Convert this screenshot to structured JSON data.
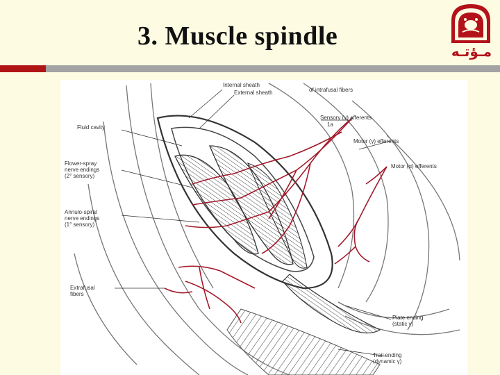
{
  "slide": {
    "title": "3. Muscle spindle",
    "logo_text": "مـؤتـه",
    "colors": {
      "background": "#fdfce3",
      "rule_gray": "#a3a3a3",
      "rule_red": "#b01515",
      "nerve": "#a31a2a"
    }
  },
  "figure": {
    "labels": {
      "internal_sheath": "Internal sheath",
      "external_sheath": "External sheath",
      "intrafusal": "of intrafusal fibers",
      "fluid_cavity": "Fluid cavity",
      "sensory_gamma": "Sensory (γ) afferents",
      "sensory_gamma_sub": "1a",
      "motor_gamma": "Motor (γ) efferents",
      "motor_alpha": "Motor (α) efferents",
      "flower_spray": "Flower-spray\nnerve endings\n(2° sensory)",
      "annulo_spiral": "Annulo-spiral\nnerve endings\n(1° sensory)",
      "extrafusal": "Extrafusal\nfibers",
      "plate_ending": "Plate ending\n(static γ)",
      "trail_ending": "Trail ending\n(dynamic γ)"
    }
  }
}
